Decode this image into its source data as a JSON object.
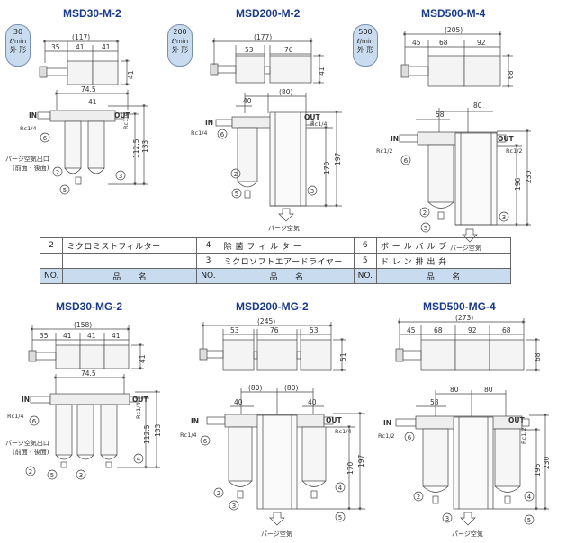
{
  "titles": {
    "msd30_m": "MSD30-M-2",
    "msd200_m": "MSD200-M-2",
    "msd500_m": "MSD500-M-4",
    "msd30_mg": "MSD30-MG-2",
    "msd200_mg": "MSD200-MG-2",
    "msd500_mg": "MSD500-MG-4"
  },
  "badges": {
    "b30": {
      "size": "30",
      "unit": "ℓ/min",
      "label": "外 形"
    },
    "b200": {
      "size": "200",
      "unit": "ℓ/min",
      "label": "外 形"
    },
    "b500": {
      "size": "500",
      "unit": "ℓ/min",
      "label": "外 形"
    }
  },
  "labels": {
    "in": "IN",
    "out": "OUT",
    "rc14": "Rc1/4",
    "rc12": "Rc1/2",
    "purge_outlet": "パージ空気出口",
    "purge_sides": "(前面・後面)",
    "purge_air": "パージ空気"
  },
  "dims": {
    "d117": "(117)",
    "d35": "35",
    "d41": "41",
    "d745": "74.5",
    "d1125": "112.5",
    "d133": "133",
    "d177": "(177)",
    "d53": "53",
    "d76": "76",
    "d40": "40",
    "d80p": "(80)",
    "d170": "170",
    "d197": "197",
    "d205": "(205)",
    "d45": "45",
    "d68": "68",
    "d92": "92",
    "d80": "80",
    "d58": "58",
    "d196": "196",
    "d230": "230",
    "d158": "(158)",
    "d245": "(245)",
    "d51": "51",
    "d273": "(273)"
  },
  "parts_table": {
    "row1": [
      {
        "no": "2",
        "name": "ミクロミストフィルター"
      },
      {
        "no": "4",
        "name": "除 菌 フ ィ ル タ ー"
      },
      {
        "no": "6",
        "name": "ボ ー ル バ ル ブ"
      }
    ],
    "row2": [
      {
        "no": "",
        "name": ""
      },
      {
        "no": "3",
        "name": "ミクロソフトエアードライヤー"
      },
      {
        "no": "5",
        "name": "ド レ ン 排 出 弁"
      }
    ],
    "header": {
      "no": "NO.",
      "name": "品　　名"
    }
  },
  "callouts": [
    "2",
    "3",
    "4",
    "5",
    "6"
  ]
}
